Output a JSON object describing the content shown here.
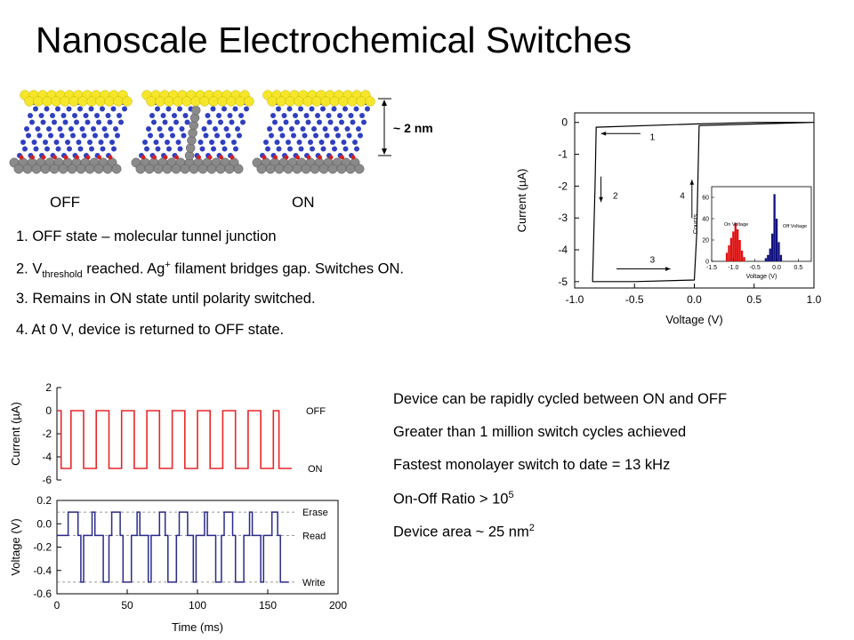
{
  "title": "Nanoscale Electrochemical Switches",
  "molecules": {
    "off_label": "OFF",
    "on_label": "ON",
    "scale_label": "~ 2 nm"
  },
  "steps": [
    {
      "text": "1. OFF state – molecular tunnel junction"
    },
    {
      "pre": "2. V",
      "sub": "threshold",
      "mid": " reached. Ag",
      "sup": "+",
      "post": " filament bridges gap. Switches ON."
    },
    {
      "text": "3. Remains in ON state until polarity switched."
    },
    {
      "text": "4. At 0 V, device is returned to OFF state."
    }
  ],
  "facts": [
    {
      "text": "Device can be rapidly cycled between ON and OFF"
    },
    {
      "text": "Greater than 1 million switch cycles achieved"
    },
    {
      "text": "Fastest monolayer switch to date = 13 kHz"
    },
    {
      "pre": "On-Off Ratio > 10",
      "sup": "5"
    },
    {
      "pre": "Device area ~ 25 nm",
      "sup": "2"
    }
  ],
  "colors": {
    "gold": "#f5e62a",
    "chain": "#2f3fbf",
    "silver": "#8a8a8a",
    "red_trace": "#e8262a",
    "blue_trace": "#2a2a8a",
    "inset_red": "#e01010",
    "inset_blue": "#101080"
  },
  "chart_data": [
    {
      "type": "line",
      "xlabel": "Voltage (V)",
      "ylabel": "Current (µA)",
      "xlim": [
        -1.0,
        1.0
      ],
      "ylim": [
        -5.2,
        0.3
      ],
      "xticks": [
        "-1.0",
        "-0.5",
        "0.0",
        "0.5",
        "1.0"
      ],
      "yticks": [
        "0",
        "-1",
        "-2",
        "-3",
        "-4",
        "-5"
      ],
      "series": [
        {
          "x": [
            1.0,
            0.5,
            0.0,
            -0.82,
            -0.83,
            -0.85,
            -0.85,
            -0.5,
            0.0,
            0.02,
            0.04,
            0.5,
            1.0
          ],
          "y": [
            0.0,
            0.0,
            -0.05,
            -0.15,
            -2.0,
            -4.9,
            -5.0,
            -5.0,
            -4.95,
            -3.5,
            -0.1,
            -0.05,
            0.0
          ]
        }
      ],
      "annotations": [
        "1",
        "2",
        "3",
        "4"
      ],
      "inset": {
        "type": "bar",
        "xlabel": "Voltage (V)",
        "ylabel": "Counts",
        "xlim": [
          -1.5,
          0.8
        ],
        "ylim": [
          0,
          70
        ],
        "xticks": [
          "-1.5",
          "-1.0",
          "-0.5",
          "0.0",
          "0.5"
        ],
        "yticks": [
          "0",
          "20",
          "40",
          "60"
        ],
        "series": [
          {
            "name": "On Voltage",
            "x": [
              -1.15,
              -1.1,
              -1.05,
              -1.0,
              -0.95,
              -0.9,
              -0.85,
              -0.8,
              -0.75
            ],
            "values": [
              8,
              15,
              22,
              28,
              36,
              30,
              20,
              10,
              4
            ]
          },
          {
            "name": "Off Voltage",
            "x": [
              -0.25,
              -0.2,
              -0.15,
              -0.1,
              -0.05,
              0.0,
              0.05,
              0.1
            ],
            "values": [
              3,
              6,
              12,
              26,
              63,
              40,
              18,
              6
            ]
          }
        ]
      }
    },
    {
      "type": "line",
      "xlabel": "",
      "ylabel": "Current (µA)",
      "ylim": [
        -6,
        2
      ],
      "yticks": [
        "2",
        "0",
        "-2",
        "-4",
        "-6"
      ],
      "labels": [
        "OFF",
        "ON"
      ],
      "series": [
        {
          "x": [
            0,
            3,
            3,
            10,
            10,
            19,
            19,
            28,
            28,
            37,
            37,
            46,
            46,
            55,
            55,
            64,
            64,
            73,
            73,
            82,
            82,
            91,
            91,
            100,
            100,
            109,
            109,
            118,
            118,
            127,
            127,
            136,
            136,
            145,
            145,
            154,
            154,
            158,
            158,
            167
          ],
          "y": [
            0,
            0,
            -5,
            -5,
            0,
            0,
            -5,
            -5,
            0,
            0,
            -5,
            -5,
            0,
            0,
            -5,
            -5,
            0,
            0,
            -5,
            -5,
            0,
            0,
            -5,
            -5,
            0,
            0,
            -5,
            -5,
            0,
            0,
            -5,
            -5,
            0,
            0,
            -5,
            -5,
            0,
            0,
            -5,
            -5
          ]
        }
      ]
    },
    {
      "type": "line",
      "xlabel": "Time (ms)",
      "ylabel": "Voltage (V)",
      "xlim": [
        0,
        200
      ],
      "ylim": [
        -0.6,
        0.2
      ],
      "xticks": [
        "0",
        "50",
        "100",
        "150",
        "200"
      ],
      "yticks": [
        "0.2",
        "0.0",
        "-0.2",
        "-0.4",
        "-0.6"
      ],
      "reference_lines": [
        {
          "label": "Erase",
          "y": 0.1
        },
        {
          "label": "Read",
          "y": -0.1
        },
        {
          "label": "Write",
          "y": -0.5
        }
      ],
      "series": [
        {
          "x": [
            0,
            8,
            8,
            15,
            15,
            17,
            17,
            19,
            19,
            25,
            25,
            27,
            27,
            33,
            33,
            37,
            37,
            39,
            39,
            45,
            45,
            47,
            47,
            53,
            53,
            57,
            57,
            59,
            59,
            65,
            65,
            67,
            67,
            73,
            73,
            77,
            77,
            79,
            79,
            85,
            85,
            87,
            87,
            93,
            93,
            97,
            97,
            99,
            99,
            105,
            105,
            107,
            107,
            113,
            113,
            117,
            117,
            119,
            119,
            125,
            125,
            127,
            127,
            133,
            133,
            137,
            137,
            139,
            139,
            145,
            145,
            147,
            147,
            153,
            153,
            157,
            157,
            159,
            159,
            165
          ],
          "y": [
            -0.1,
            -0.1,
            0.1,
            0.1,
            -0.1,
            -0.1,
            -0.5,
            -0.5,
            -0.1,
            -0.1,
            0.1,
            0.1,
            -0.1,
            -0.1,
            -0.5,
            -0.5,
            -0.1,
            -0.1,
            0.1,
            0.1,
            -0.1,
            -0.1,
            -0.5,
            -0.5,
            -0.1,
            -0.1,
            0.1,
            0.1,
            -0.1,
            -0.1,
            -0.5,
            -0.5,
            -0.1,
            -0.1,
            0.1,
            0.1,
            -0.1,
            -0.1,
            -0.5,
            -0.5,
            -0.1,
            -0.1,
            0.1,
            0.1,
            -0.1,
            -0.1,
            -0.5,
            -0.5,
            -0.1,
            -0.1,
            0.1,
            0.1,
            -0.1,
            -0.1,
            -0.5,
            -0.5,
            -0.1,
            -0.1,
            0.1,
            0.1,
            -0.1,
            -0.1,
            -0.5,
            -0.5,
            -0.1,
            -0.1,
            0.1,
            0.1,
            -0.1,
            -0.1,
            -0.5,
            -0.5,
            -0.1,
            -0.1,
            0.1,
            0.1,
            -0.1,
            -0.1,
            -0.5,
            -0.5
          ]
        }
      ]
    }
  ]
}
